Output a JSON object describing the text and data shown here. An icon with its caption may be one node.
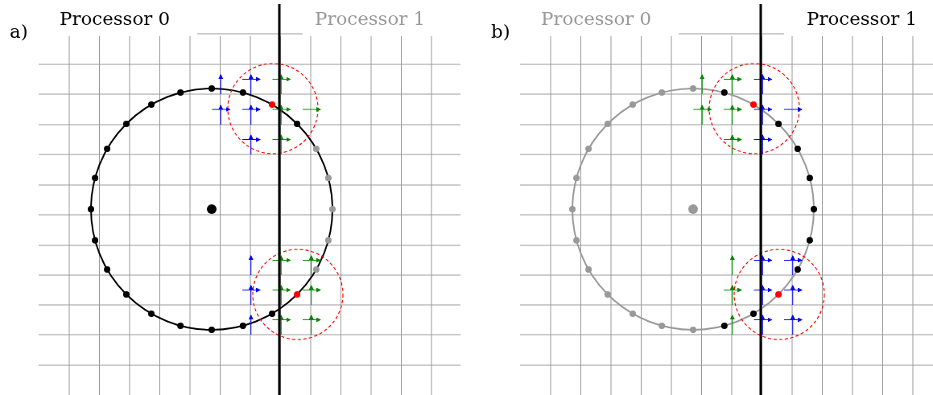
{
  "diagram": {
    "labels": [
      "a)",
      "Processor 0",
      "Processor 1",
      "b)",
      "Processor 0",
      "Processor 1"
    ]
  }
}
